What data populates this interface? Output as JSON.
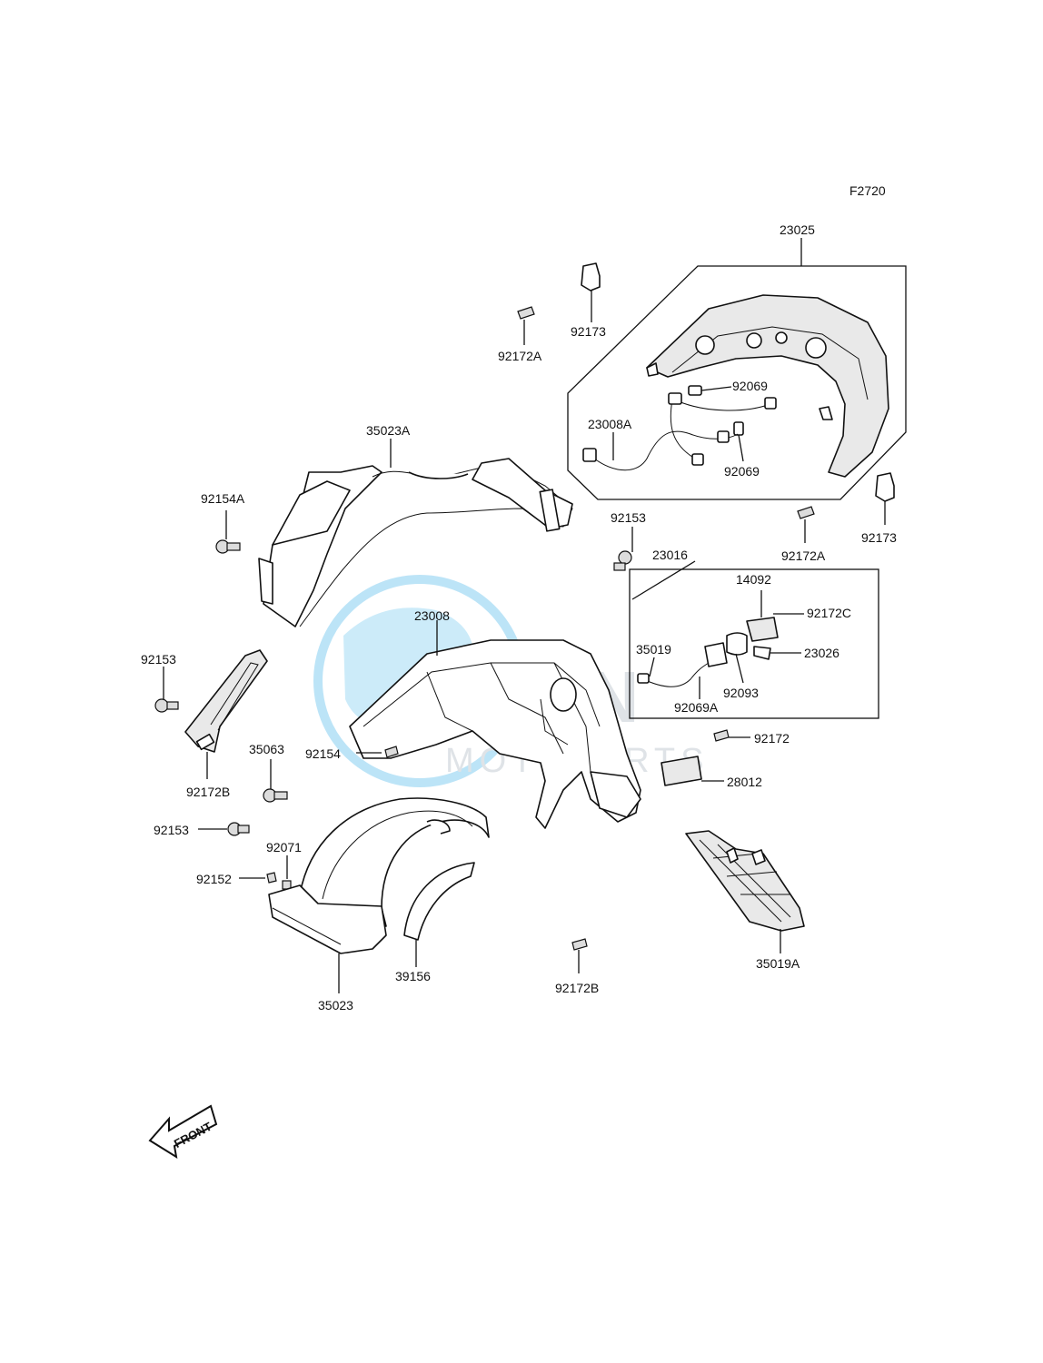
{
  "figure_code": "F2720",
  "callouts": [
    {
      "id": "c-23025",
      "text": "23025"
    },
    {
      "id": "c-92173-a",
      "text": "92173"
    },
    {
      "id": "c-92172A-a",
      "text": "92172A"
    },
    {
      "id": "c-92069-a",
      "text": "92069"
    },
    {
      "id": "c-23008A",
      "text": "23008A"
    },
    {
      "id": "c-92069-b",
      "text": "92069"
    },
    {
      "id": "c-35023A",
      "text": "35023A"
    },
    {
      "id": "c-92154A",
      "text": "92154A"
    },
    {
      "id": "c-92153-a",
      "text": "92153"
    },
    {
      "id": "c-92172A-b",
      "text": "92172A"
    },
    {
      "id": "c-92173-b",
      "text": "92173"
    },
    {
      "id": "c-23016",
      "text": "23016"
    },
    {
      "id": "c-14092",
      "text": "14092"
    },
    {
      "id": "c-92172C",
      "text": "92172C"
    },
    {
      "id": "c-35019",
      "text": "35019"
    },
    {
      "id": "c-23008",
      "text": "23008"
    },
    {
      "id": "c-23026",
      "text": "23026"
    },
    {
      "id": "c-92093",
      "text": "92093"
    },
    {
      "id": "c-92069A",
      "text": "92069A"
    },
    {
      "id": "c-92153-b",
      "text": "92153"
    },
    {
      "id": "c-92172",
      "text": "92172"
    },
    {
      "id": "c-92172B-a",
      "text": "92172B"
    },
    {
      "id": "c-92154",
      "text": "92154"
    },
    {
      "id": "c-35063",
      "text": "35063"
    },
    {
      "id": "c-28012",
      "text": "28012"
    },
    {
      "id": "c-92153-c",
      "text": "92153"
    },
    {
      "id": "c-92071",
      "text": "92071"
    },
    {
      "id": "c-92152",
      "text": "92152"
    },
    {
      "id": "c-35019A",
      "text": "35019A"
    },
    {
      "id": "c-39156",
      "text": "39156"
    },
    {
      "id": "c-35023",
      "text": "35023"
    },
    {
      "id": "c-92172B-b",
      "text": "92172B"
    }
  ],
  "front_arrow_label": "FRONT",
  "watermark": {
    "top": "LEEN",
    "bottom": "MOTOPARTS"
  }
}
